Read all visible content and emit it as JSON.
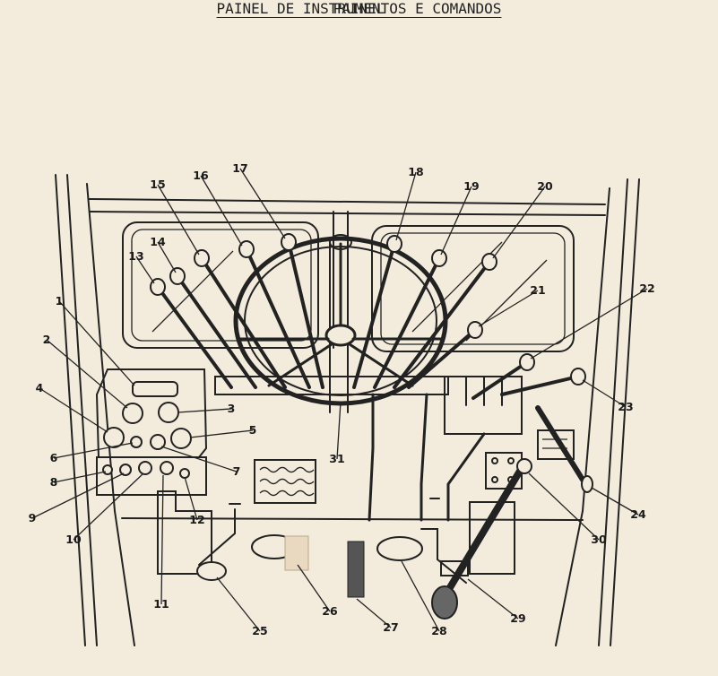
{
  "title": "PAINEL DE INSTRUMENTOS E COMANDOS",
  "subtitle": "PAINEL",
  "callouts": [
    "1",
    "2",
    "3",
    "4",
    "5",
    "6",
    "7",
    "8",
    "9",
    "10",
    "11",
    "12",
    "13",
    "14",
    "15",
    "16",
    "17",
    "18",
    "19",
    "20",
    "21",
    "22",
    "23",
    "24",
    "25",
    "26",
    "27",
    "28",
    "29",
    "30",
    "31"
  ],
  "colors": {
    "paper": "#f3ecdc",
    "ink": "#222222",
    "tape": "#e8d9c0"
  }
}
